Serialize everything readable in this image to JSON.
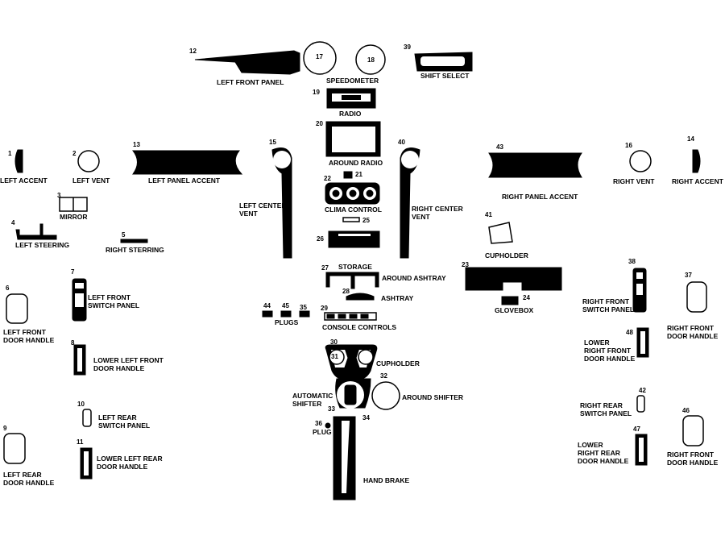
{
  "parts": [
    {
      "id": "p12",
      "num": "12",
      "label": "LEFT FRONT PANEL"
    },
    {
      "id": "p17",
      "num": "17",
      "label": "SPEEDOMETER"
    },
    {
      "id": "p18",
      "num": "18",
      "label": ""
    },
    {
      "id": "p39",
      "num": "39",
      "label": "SHIFT SELECT"
    },
    {
      "id": "p19",
      "num": "19",
      "label": "RADIO"
    },
    {
      "id": "p20",
      "num": "20",
      "label": "AROUND RADIO"
    },
    {
      "id": "p1",
      "num": "1",
      "label": "LEFT ACCENT"
    },
    {
      "id": "p2",
      "num": "2",
      "label": "LEFT VENT"
    },
    {
      "id": "p13",
      "num": "13",
      "label": "LEFT PANEL ACCENT"
    },
    {
      "id": "p15",
      "num": "15",
      "label": "LEFT CENTER\nVENT"
    },
    {
      "id": "p40",
      "num": "40",
      "label": "RIGHT CENTER\nVENT"
    },
    {
      "id": "p43",
      "num": "43",
      "label": "RIGHT PANEL ACCENT"
    },
    {
      "id": "p16",
      "num": "16",
      "label": "RIGHT VENT"
    },
    {
      "id": "p14",
      "num": "14",
      "label": "RIGHT ACCENT"
    },
    {
      "id": "p21",
      "num": "21",
      "label": ""
    },
    {
      "id": "p22",
      "num": "22",
      "label": "CLIMA CONTROL"
    },
    {
      "id": "p3",
      "num": "3",
      "label": "MIRROR"
    },
    {
      "id": "p4",
      "num": "4",
      "label": "LEFT STEERING"
    },
    {
      "id": "p5",
      "num": "5",
      "label": "RIGHT STERRING"
    },
    {
      "id": "p25",
      "num": "25",
      "label": ""
    },
    {
      "id": "p26",
      "num": "26",
      "label": ""
    },
    {
      "id": "p41",
      "num": "41",
      "label": "CUPHOLDER"
    },
    {
      "id": "p27",
      "num": "27",
      "label": "STORAGE"
    },
    {
      "id": "p23",
      "num": "23",
      "label": ""
    },
    {
      "id": "p38",
      "num": "38",
      "label": "RIGHT FRONT\nSWITCH PANEL"
    },
    {
      "id": "p37",
      "num": "37",
      "label": "RIGHT FRONT\nDOOR HANDLE"
    },
    {
      "id": "p6",
      "num": "6",
      "label": "LEFT FRONT\nDOOR HANDLE"
    },
    {
      "id": "p7",
      "num": "7",
      "label": "LEFT FRONT\nSWITCH PANEL"
    },
    {
      "id": "p24",
      "num": "24",
      "label": "GLOVEBOX"
    },
    {
      "id": "p28",
      "num": "28",
      "label": "ASHTRAY"
    },
    {
      "id": "p44",
      "num": "44",
      "label": ""
    },
    {
      "id": "p45",
      "num": "45",
      "label": ""
    },
    {
      "id": "p35",
      "num": "35",
      "label": ""
    },
    {
      "id": "p29",
      "num": "29",
      "label": "CONSOLE CONTROLS"
    },
    {
      "id": "p48",
      "num": "48",
      "label": "LOWER\nRIGHT FRONT\nDOOR HANDLE"
    },
    {
      "id": "p8",
      "num": "8",
      "label": "LOWER LEFT FRONT\nDOOR HANDLE"
    },
    {
      "id": "p30",
      "num": "30",
      "label": ""
    },
    {
      "id": "p31",
      "num": "31",
      "label": "CUPHOLDER"
    },
    {
      "id": "p32",
      "num": "32",
      "label": "AROUND SHIFTER"
    },
    {
      "id": "p33",
      "num": "33",
      "label": "AUTOMATIC\nSHIFTER"
    },
    {
      "id": "p42",
      "num": "42",
      "label": "RIGHT REAR\nSWITCH PANEL"
    },
    {
      "id": "p10",
      "num": "10",
      "label": "LEFT REAR\nSWITCH PANEL"
    },
    {
      "id": "p46",
      "num": "46",
      "label": "RIGHT FRONT\nDOOR HANDLE"
    },
    {
      "id": "p34",
      "num": "34",
      "label": "HAND BRAKE"
    },
    {
      "id": "p36",
      "num": "36",
      "label": "PLUG"
    },
    {
      "id": "p9",
      "num": "9",
      "label": "LEFT REAR\nDOOR HANDLE"
    },
    {
      "id": "p11",
      "num": "11",
      "label": "LOWER LEFT REAR\nDOOR HANDLE"
    },
    {
      "id": "p47",
      "num": "47",
      "label": "LOWER\nRIGHT REAR\nDOOR HANDLE"
    }
  ],
  "extra_labels": {
    "around_ashtray": "AROUND ASHTRAY",
    "plugs": "PLUGS"
  },
  "colors": {
    "shape": "#000000",
    "background": "#ffffff"
  }
}
